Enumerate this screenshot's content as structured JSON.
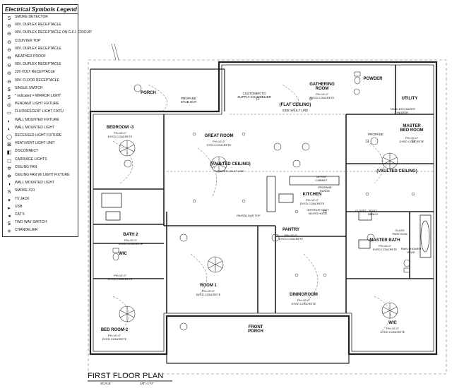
{
  "legend": {
    "title": "Electrical Symbols Legend",
    "items": [
      {
        "symbol": "S",
        "label": "SMOKE DETECTOR"
      },
      {
        "symbol": "⊖",
        "label": "90V. DUPLEX RECEPTACLE"
      },
      {
        "symbol": "⊖",
        "label": "90V. DUPLEX RECEPTACLE ON G.F.I. CIRCUIT"
      },
      {
        "symbol": "⊖",
        "label": "COUNTER TOP"
      },
      {
        "symbol": "⊖",
        "label": "90V. DUPLEX RECEPTACLE"
      },
      {
        "symbol": "⊖",
        "label": "WEATHER PROOF"
      },
      {
        "symbol": "⊖",
        "label": "90V. DUPLEX RECEPTACLE"
      },
      {
        "symbol": "⊖",
        "label": "220 VOLT RECEPTACLE"
      },
      {
        "symbol": "⊖",
        "label": "90V. FLOOR RECEPTACLE"
      },
      {
        "symbol": "$",
        "label": "SINGLE SWITCH"
      },
      {
        "symbol": "$",
        "label": "* indicated = MIRROR LIGHT"
      },
      {
        "symbol": "◎",
        "label": "PENDANT LIGHT FIXTURE"
      },
      {
        "symbol": "▭",
        "label": "FLUORESCENT LIGHT FIXTU"
      },
      {
        "symbol": "◐",
        "label": "WALL MOUNTED FIXTURE"
      },
      {
        "symbol": "◐",
        "label": "WALL MOUNTED LIGHT"
      },
      {
        "symbol": "◯",
        "label": "RECESSED LIGHT FIXTURE"
      },
      {
        "symbol": "⊠",
        "label": "HEAT/VENT LIGHT UNIT"
      },
      {
        "symbol": "◧",
        "label": "DISCONNECT"
      },
      {
        "symbol": "◻",
        "label": "CARRIAGE LIGHTS"
      },
      {
        "symbol": "✲",
        "label": "CEILING FAN"
      },
      {
        "symbol": "✲",
        "label": "CEILING FAN W/ LIGHT FIXTURE"
      },
      {
        "symbol": "◑",
        "label": "WALL MOUNTED LIGHT"
      },
      {
        "symbol": "S",
        "label": "SMOKE /CO"
      },
      {
        "symbol": "▾",
        "label": "TV JACK"
      },
      {
        "symbol": "▸",
        "label": "USB"
      },
      {
        "symbol": "◂",
        "label": "CAT 6"
      },
      {
        "symbol": "$",
        "label": "TWO WAY SWITCH"
      },
      {
        "symbol": "✳",
        "label": "CHANDELIER"
      }
    ]
  },
  "rooms": {
    "porch": "PORCH",
    "propane_stub": [
      "PROPANE",
      "STUB OUT"
    ],
    "gathering_room": "GATHERING ROOM",
    "gathering_ph": "PH=10'-0\"",
    "gathering_floor": "DYED CONCRETE",
    "customer_supply": [
      "CUSTOMER TO",
      "SUPPLY CHANDELIER"
    ],
    "flat_ceiling": "(FLAT CEILING)",
    "side_vault_line": "SIDE VAULT LINE",
    "powder": "POWDER",
    "utility": "UTILITY",
    "tankless": [
      "TANKLESS WATER",
      "HEATER"
    ],
    "bedroom3": "BEDROOM -3",
    "bedroom3_ph": "PH=10'-0\"",
    "bedroom3_floor": "DYED CONCRETE",
    "great_room": "GREAT ROOM",
    "great_ph": "PH=10'-0\"",
    "great_floor": "DYED CONCRETE",
    "vaulted_ceiling_center": "(VAULTED CEILING)",
    "center_vault_line": "CENTER VAULT LINE",
    "master_bedroom": [
      "MASTER",
      "BED ROOM"
    ],
    "master_ph": "PH=10'-0\"",
    "master_floor": "DYED CONCRETE",
    "propane_right": "PROPANE",
    "vaulted_ceiling_right": "(VAULTED CEILING)",
    "upper_cabinet": [
      "UPPER",
      "CABINET"
    ],
    "propane_range": [
      "PROPANE",
      "RANGE"
    ],
    "kitchen": "KITCHEN",
    "kitchen_ph": "PH=10'-0\"",
    "kitchen_floor": "DYED CONCRETE",
    "raised_bar_top": "RAISED BAR TOP",
    "interior_vent": [
      "INTERIOR VENT",
      "MICRO HOOD"
    ],
    "closet": "CLOSET",
    "boot_bench": [
      "BOOT",
      "BENCH"
    ],
    "pantry": "PANTRY",
    "pantry_ph": "PH=10'-0\"",
    "pantry_floor": "DYED CONCRETE",
    "glass_partition": [
      "GLASS",
      "PARTITION"
    ],
    "master_bath": "MASTER BATH",
    "master_bath_ph": "PH=10'-0\"",
    "master_bath_floor": "DYED CONCRETE",
    "rain_shower": [
      "RAIN SHOWER",
      "HEAD"
    ],
    "bath2": "BATH 2",
    "bath2_ph": "PH=10'-0\"",
    "bath2_floor": "DYED CONCRETE",
    "wic_left": "WIC",
    "wic_left_ph": "PH=10'-0\"",
    "wic_left_floor": "DYED CONCRETE",
    "room1": "ROOM 1",
    "room1_ph": "PH=10'-0\"",
    "room1_floor": "DYED CONCRETE",
    "diningroom": "DININGROOM",
    "dining_ph": "PH=10'-0\"",
    "dining_floor": "DYED CONCRETE",
    "bedroom2": "BED ROOM-2",
    "bedroom2_ph": "PH=10'-0\"",
    "bedroom2_floor": "DYED CONCRETE",
    "wic_right": "WIC",
    "wic_right_ph": "PH=10'-0\"",
    "wic_right_floor": "DYED CONCRETE",
    "front_porch": [
      "FRONT",
      "PORCH"
    ]
  },
  "footer": {
    "title": "FIRST FLOOR PLAN",
    "scale_label": "SCALE",
    "scale_value": "1/8\"=1'-0\""
  },
  "colors": {
    "line": "#222222",
    "dash": "#555555",
    "background": "#ffffff"
  }
}
